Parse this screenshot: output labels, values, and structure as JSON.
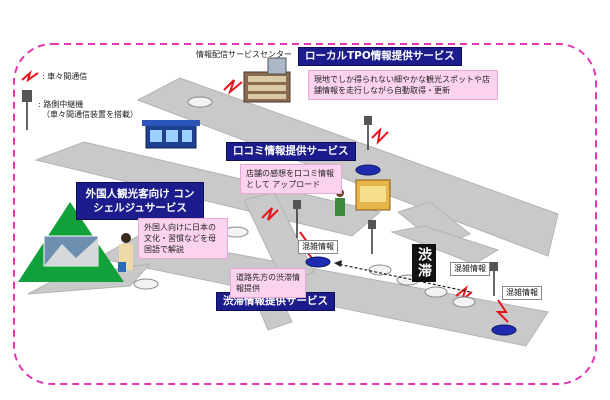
{
  "legend": {
    "v2v_label": ": 車々間通信",
    "roadside_label_1": ": 路側中継機",
    "roadside_label_2": "（車々間通信装置を搭載）"
  },
  "center_label": "情報配信サービスセンター",
  "services": {
    "local_tpo": {
      "title": "ローカルTPO情報提供サービス",
      "description": "現地でしか得られない細やかな観光スポットや店舗情報を走行しながら自動取得・更新"
    },
    "review": {
      "title": "口コミ情報提供サービス",
      "description": "店舗の感想を口コミ情報として アップロード"
    },
    "foreign": {
      "title": "外国人観光客向け コンシェルジュサービス",
      "description": "外国人向けに日本の文化・習慣などを母国語で解説"
    },
    "traffic": {
      "title": "渋滞情報提供サービス",
      "description": "道路先方の渋滞情報提供"
    }
  },
  "tags": {
    "congestion_1": "混雑情報",
    "congestion_2": "混雑情報",
    "congestion_3": "混雑情報"
  },
  "jam_sign": "渋滞",
  "colors": {
    "road": "#c9c9c9",
    "road_edge": "#b0b0b0",
    "frame": "#e436b4",
    "title_bg": "#1d1c8c",
    "callout_bg": "#fbd3ef",
    "signal": "#e8141c",
    "car_blue": "#1f2bb0",
    "car_white": "#f2f2f2",
    "mountain": "#12a03a"
  }
}
